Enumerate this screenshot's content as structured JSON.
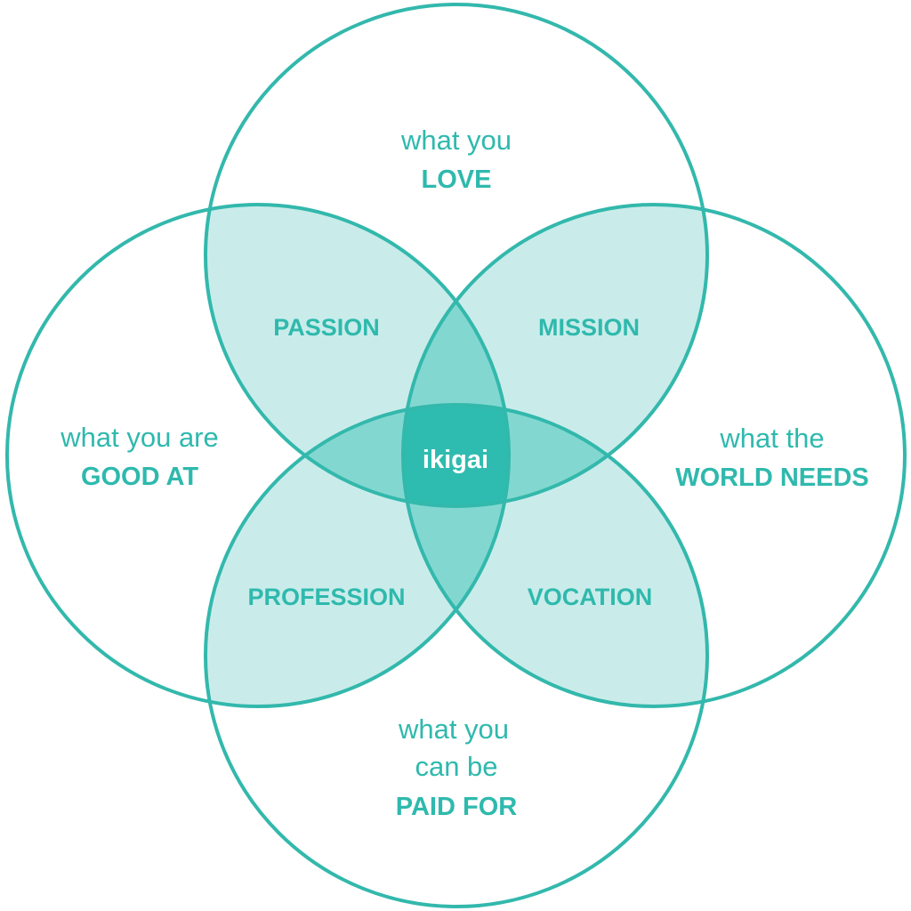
{
  "colors": {
    "accent": "#2fb9ad",
    "stroke": "#33b8ac",
    "fill_two": "#c9ecea",
    "fill_three": "#82d8d0",
    "fill_center": "#2fbcb0",
    "text": "#2fb9ad",
    "center_text": "#ffffff",
    "background": "#ffffff"
  },
  "circles": {
    "love": {
      "line1": "what you",
      "line2": "LOVE"
    },
    "good_at": {
      "line1": "what you are",
      "line2": "GOOD AT"
    },
    "world_needs": {
      "line1": "what the",
      "line2": "WORLD NEEDS"
    },
    "paid_for": {
      "line1": "what you",
      "line2": "can be",
      "line3": "PAID FOR"
    }
  },
  "overlaps": {
    "passion": "PASSION",
    "mission": "MISSION",
    "profession": "PROFESSION",
    "vocation": "VOCATION"
  },
  "center": {
    "label": "ikigai"
  }
}
